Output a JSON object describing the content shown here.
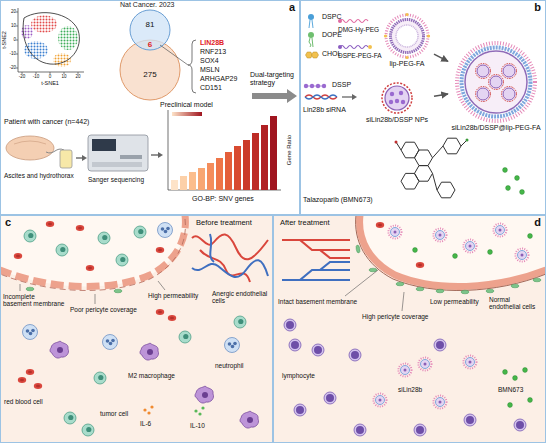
{
  "diagram": {
    "nodes": [
      {
        "text": [
          "a"
        ]
      },
      {
        "text": [
          "b"
        ]
      },
      {
        "text": [
          "lip-PEG-FA"
        ],
        "in": 1
      },
      {
        "text": [
          "siLin28b/DSSP NPs"
        ],
        "in": 1
      },
      {
        "text": [
          "siLin28b/DSSP@lip-PEG-FA"
        ],
        "in": 1
      },
      {
        "text": [
          "c"
        ]
      },
      {
        "text": [
          "d"
        ]
      }
    ],
    "edges": [
      {
        "from": 2,
        "to": 4,
        "arrow": "to"
      },
      {
        "from": 3,
        "to": 4,
        "arrow": "to"
      }
    ],
    "labels": [
      "t-SNE2",
      "t-SNE1",
      "20",
      "10",
      "0",
      "-10",
      "-20",
      "-20",
      "-10",
      "0",
      "10",
      "20",
      "Nat Cancer. 2023",
      "81",
      "6",
      "275",
      "Preclinical model",
      "LIN28B",
      "RNF213",
      "SOX4",
      "MSLN",
      "ARHGAP29",
      "CD151",
      "Dual-targeting strategy",
      "Patient with cancer (n=442)",
      "Ascites and hydrothorax",
      "Sanger sequencing",
      "GO-BP: SNV genes",
      "Gene Ratio",
      "DSPC",
      "DOPE",
      "CHOL",
      "DMG-Hy-PEG",
      "DSPE-PEG-FA",
      "DSSP",
      "Lin28b siRNA",
      "Talazoparib (BMN673)",
      "Before treatment",
      "Incomplete basement membrane",
      "Poor pericyte coverage",
      "High permeability",
      "Anergic endothelial cells",
      "neutrophil",
      "M2 macrophage",
      "red blood cell",
      "tumor cell",
      "IL-6",
      "IL-10",
      "After treatment",
      "Intact basement membrane",
      "High pericyte coverage",
      "Low permeability",
      "Normal endothelial cells",
      "lymphocyte",
      "siLin28b",
      "BMN673"
    ]
  }
}
